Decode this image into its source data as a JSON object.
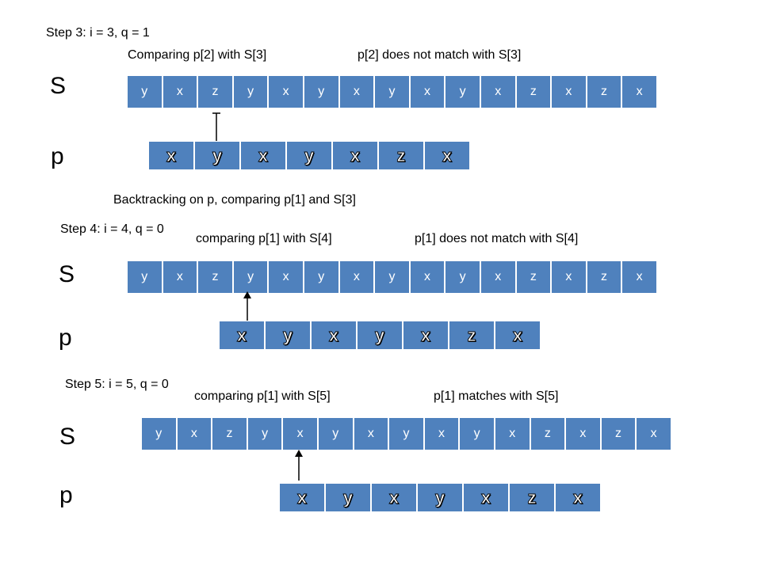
{
  "steps": [
    {
      "title": "Step 3: i = 3, q = 1",
      "compare": "Comparing p[2] with S[3]",
      "result": "p[2] does not match with S[3]",
      "note": "Backtracking on p, comparing p[1] and S[3]",
      "s_label": "S",
      "p_label": "p",
      "arrow_head": "none"
    },
    {
      "title": "Step 4: i = 4, q = 0",
      "compare": "comparing p[1] with S[4]",
      "result": "p[1] does not match with S[4]",
      "s_label": "S",
      "p_label": "p",
      "arrow_head": "arrow"
    },
    {
      "title": "Step 5: i = 5, q = 0",
      "compare": "comparing p[1] with S[5]",
      "result": "p[1] matches with S[5]",
      "s_label": "S",
      "p_label": "p",
      "arrow_head": "arrow"
    }
  ],
  "text_s": [
    "y",
    "x",
    "z",
    "y",
    "x",
    "y",
    "x",
    "y",
    "x",
    "y",
    "x",
    "z",
    "x",
    "z",
    "x"
  ],
  "pattern_p": [
    "x",
    "y",
    "x",
    "y",
    "x",
    "z",
    "x"
  ],
  "colors": {
    "cell_fill": "#4f81bd",
    "cell_border": "#ffffff",
    "cell_text": "#ffffff"
  }
}
